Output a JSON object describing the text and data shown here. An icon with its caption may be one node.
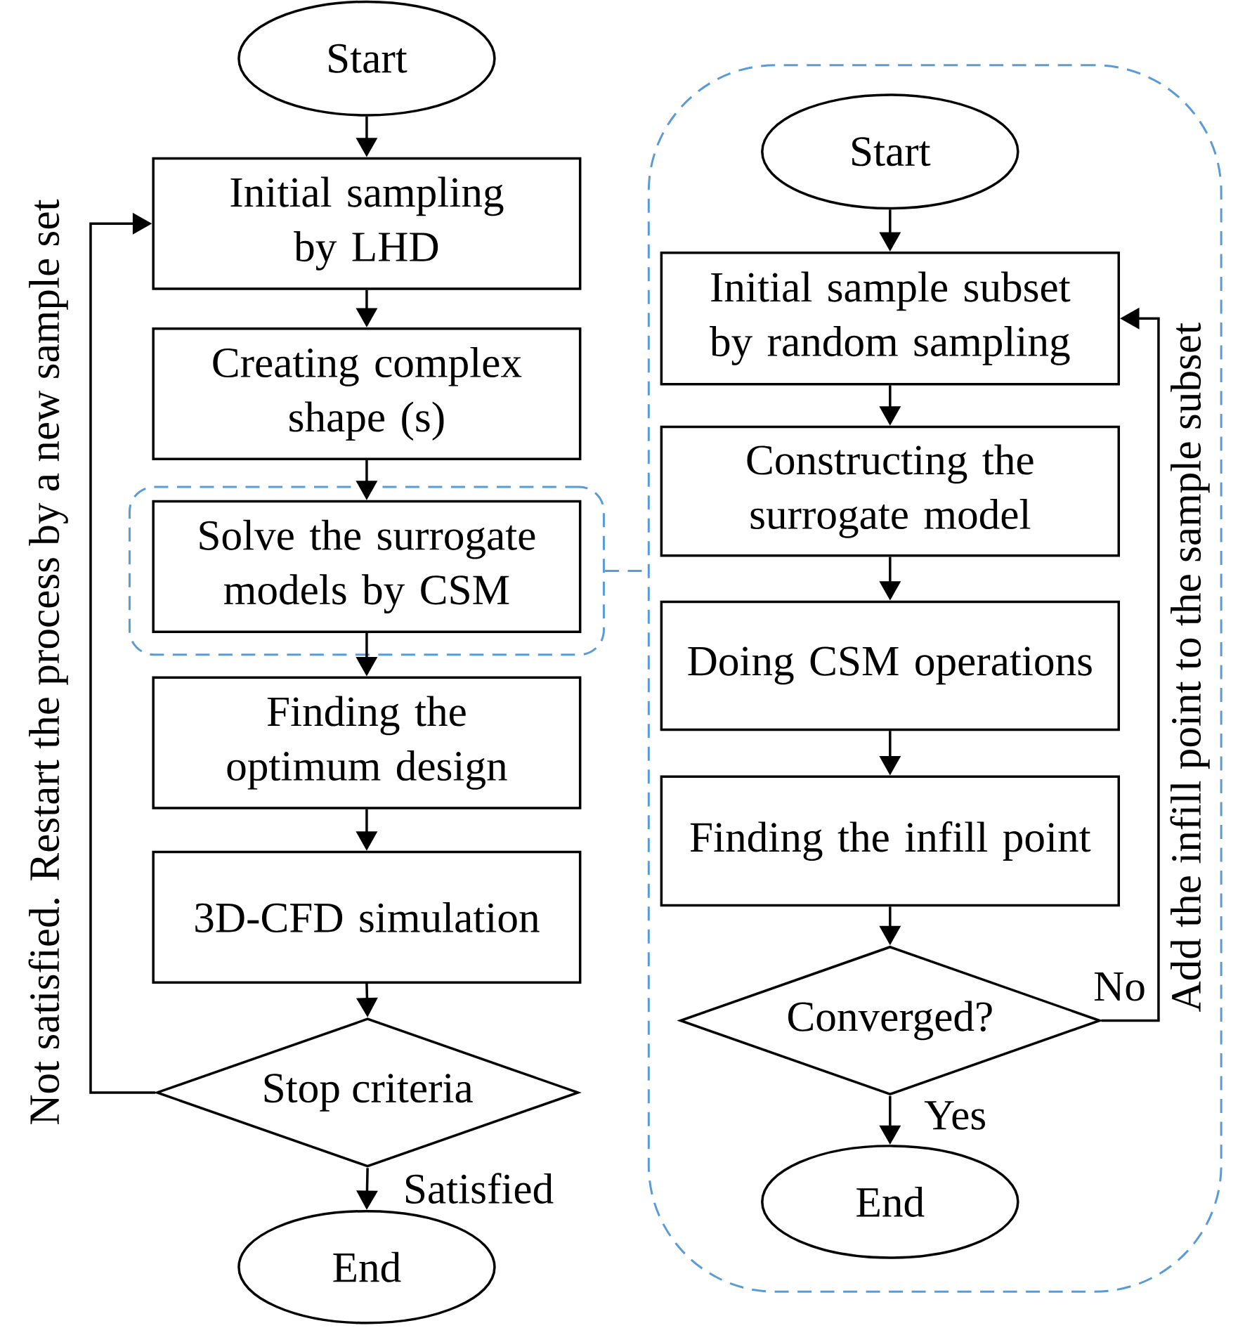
{
  "diagram": {
    "nodes": [
      {
        "text": [
          "Start"
        ]
      },
      {
        "text": [
          "Initial sampling by LHD"
        ]
      },
      {
        "text": [
          "Creating complex shape (s)"
        ]
      },
      {
        "text": [],
        "shape": "box"
      },
      {
        "text": [
          "Solve the surrogate models by CSM"
        ],
        "in": 3
      },
      {
        "text": [
          "Finding the optimum design"
        ]
      },
      {
        "text": [
          "3D-CFD simulation"
        ]
      },
      {
        "text": [
          "Stop criteria"
        ]
      },
      {
        "text": [
          "End"
        ]
      },
      {
        "text": [],
        "shape": "box"
      },
      {
        "text": [
          "Start"
        ],
        "in": 9
      },
      {
        "text": [
          "Initial sample subset by random sampling"
        ],
        "in": 9
      },
      {
        "text": [
          "Constructing the surrogate model"
        ],
        "in": 9
      },
      {
        "text": [
          "Doing CSM operations"
        ],
        "in": 9
      },
      {
        "text": [
          "Finding the infill point"
        ],
        "in": 9
      },
      {
        "text": [
          "Converged?"
        ],
        "in": 9
      },
      {
        "text": [
          "End"
        ],
        "in": 9
      }
    ],
    "edges": [
      {
        "from": 0,
        "to": 1,
        "arrow": "to"
      },
      {
        "from": 1,
        "to": 2,
        "arrow": "to"
      },
      {
        "from": 2,
        "to": 4,
        "arrow": "to"
      },
      {
        "from": 4,
        "to": 5,
        "arrow": "to"
      },
      {
        "from": 5,
        "to": 6,
        "arrow": "to"
      },
      {
        "from": 6,
        "to": 7,
        "arrow": "to"
      },
      {
        "from": 7,
        "to": 8,
        "arrow": "to",
        "label": "Satisfied"
      },
      {
        "from": 7,
        "to": 1,
        "arrow": "to",
        "label": "Not satisfied. Restart the process by a new sample set"
      },
      {
        "from": 3,
        "to": 9,
        "arrow": "none",
        "style": "dashed",
        "color": "#5b9bd5"
      },
      {
        "from": 10,
        "to": 11,
        "arrow": "to"
      },
      {
        "from": 11,
        "to": 12,
        "arrow": "to"
      },
      {
        "from": 12,
        "to": 13,
        "arrow": "to"
      },
      {
        "from": 13,
        "to": 14,
        "arrow": "to"
      },
      {
        "from": 14,
        "to": 15,
        "arrow": "to"
      },
      {
        "from": 15,
        "to": 16,
        "arrow": "to",
        "label": "Yes"
      },
      {
        "from": 15,
        "to": 11,
        "arrow": "to",
        "label": "No"
      }
    ],
    "labels": [
      "Add the infill point to the sample subset"
    ]
  }
}
